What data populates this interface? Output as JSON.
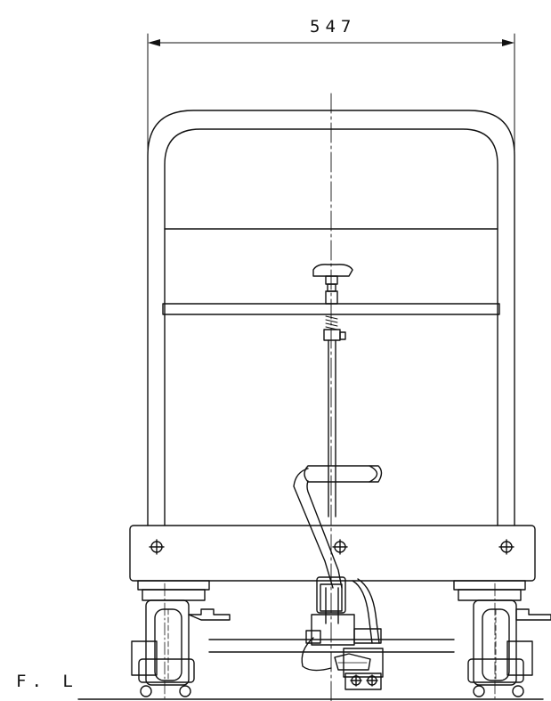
{
  "dimension": {
    "width_label": "547"
  },
  "floor": {
    "label": "F. L"
  },
  "colors": {
    "ink": "#111111",
    "background": "#ffffff"
  },
  "parts": {
    "handle_frame": "u-frame",
    "pump_handle": "lever",
    "casters": "wheel"
  }
}
